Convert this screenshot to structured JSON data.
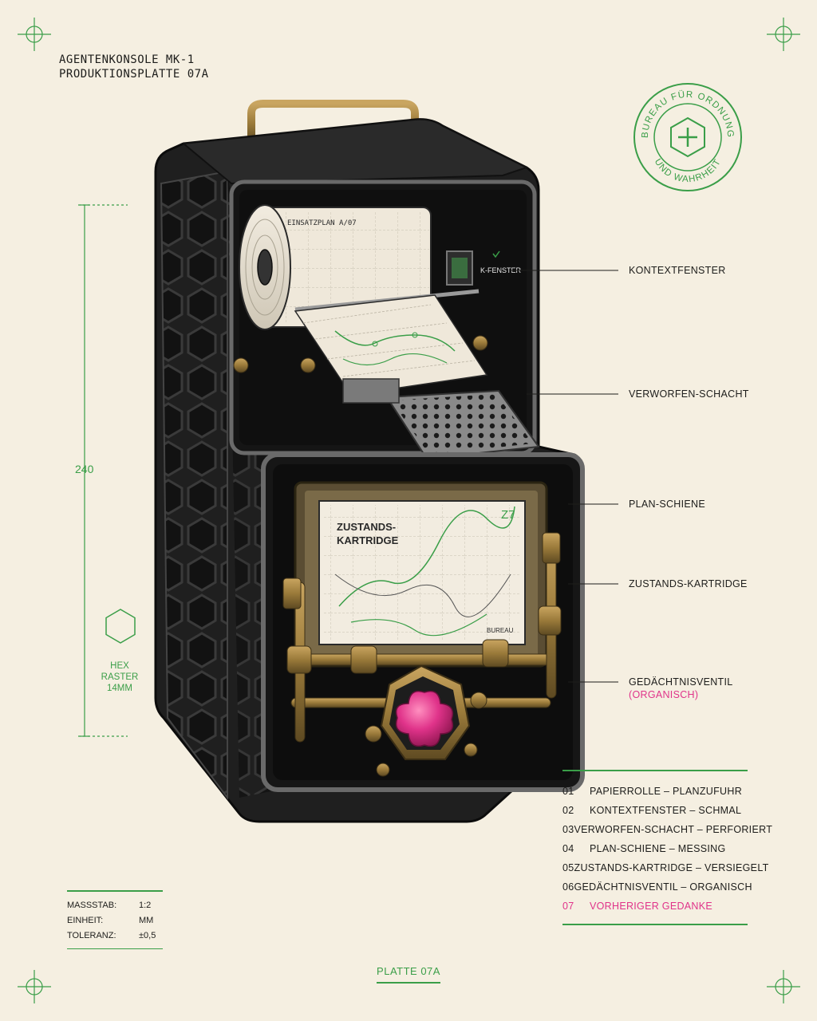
{
  "header": {
    "line1": "AGENTENKONSOLE  MK-1",
    "line2": "PRODUKTIONSPLATTE  07A"
  },
  "stamp": {
    "top_text": "BUREAU FÜR ORDNUNG",
    "bottom_text": "UND WAHRHEIT"
  },
  "illustration": {
    "roll_label": "EINSATZPLAN  A/07",
    "window_label": "K-FENSTER",
    "cartridge_label_line1": "ZUSTANDS-",
    "cartridge_label_line2": "KARTRIDGE",
    "cartridge_code": "Z7",
    "cartridge_maker": "BUREAU"
  },
  "callouts": [
    {
      "label": "KONTEXTFENSTER"
    },
    {
      "label": "VERWORFEN-SCHACHT"
    },
    {
      "label": "PLAN-SCHIENE"
    },
    {
      "label": "ZUSTANDS-KARTRIDGE"
    },
    {
      "label": "GEDÄCHTNISVENTIL",
      "sub": "(ORGANISCH)"
    }
  ],
  "dimension": {
    "value": "240"
  },
  "hex_grid": {
    "line1": "HEX",
    "line2": "RASTER",
    "line3": "14MM"
  },
  "legend": [
    {
      "num": "01",
      "text": "PAPIERROLLE – PLANZUFUHR"
    },
    {
      "num": "02",
      "text": "KONTEXTFENSTER – SCHMAL"
    },
    {
      "num": "03",
      "text": "VERWORFEN-SCHACHT – PERFORIERT"
    },
    {
      "num": "04",
      "text": "PLAN-SCHIENE – MESSING"
    },
    {
      "num": "05",
      "text": "ZUSTANDS-KARTRIDGE – VERSIEGELT"
    },
    {
      "num": "06",
      "text": "GEDÄCHTNISVENTIL – ORGANISCH"
    },
    {
      "num": "07",
      "text": "VORHERIGER GEDANKE",
      "highlight": true
    }
  ],
  "scale_box": [
    {
      "key": "MASSSTAB:",
      "value": "1:2"
    },
    {
      "key": "EINHEIT:",
      "value": "MM"
    },
    {
      "key": "TOLERANZ:",
      "value": "±0,5"
    }
  ],
  "footer": {
    "plate": "PLATTE  07A"
  },
  "colors": {
    "paper": "#f5efe1",
    "green": "#3a9e48",
    "pink": "#e0338a",
    "ink": "#1d1d1b",
    "brass": "#9a7a3a",
    "steel": "#2a2a2a"
  }
}
